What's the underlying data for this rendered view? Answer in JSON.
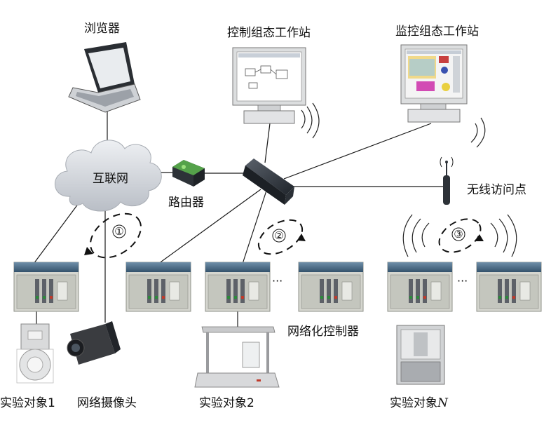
{
  "labels": {
    "browser": "浏览器",
    "control_ws": "控制组态工作站",
    "monitor_ws": "监控组态工作站",
    "internet": "互联网",
    "router": "路由器",
    "wireless_ap": "无线访问点",
    "networked_controller": "网络化控制器",
    "object1": "实验对象1",
    "camera": "网络摄像头",
    "object2": "实验对象2",
    "objectN_prefix": "实验对象",
    "objectN_var": "N",
    "ellipsis1": "···",
    "ellipsis2": "···"
  },
  "loops": [
    "①",
    "②",
    "③"
  ],
  "colors": {
    "line": "#1a1a1a",
    "cloud": "#d6d9de",
    "rack_panel": "#d2d4cc",
    "rack_top": "#4a6e8e",
    "switch_body": "#3a4048",
    "router_green": "#3f7d3a"
  }
}
